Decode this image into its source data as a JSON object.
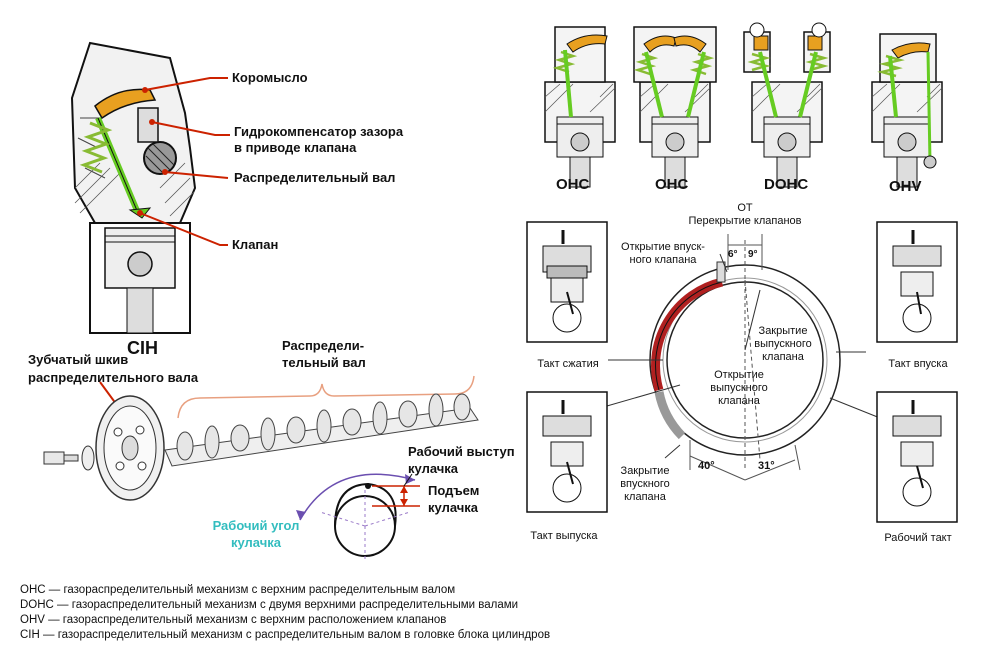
{
  "cih": {
    "caption": "CIH",
    "labels": {
      "rocker": "Коромысло",
      "lifter_line1": "Гидрокомпенсатор зазора",
      "lifter_line2": "в приводе клапана",
      "camshaft": "Распределительный вал",
      "valve": "Клапан"
    }
  },
  "camshaft_fig": {
    "pulley_line1": "Зубчатый шкив",
    "pulley_line2": "распределительного вала",
    "shaft_line1": "Распредели-",
    "shaft_line2": "тельный вал",
    "lobe_line1": "Рабочий выступ",
    "lobe_line2": "кулачка",
    "lift_line1": "Подъем",
    "lift_line2": "кулачка",
    "angle_line1": "Рабочий угол",
    "angle_line2": "кулачка"
  },
  "engine_types": [
    "OHC",
    "OHC",
    "DOHC",
    "OHV"
  ],
  "timing": {
    "tdc": "ОТ",
    "overlap": "Перекрытие клапанов",
    "intake_open_line1": "Открытие впуск-",
    "intake_open_line2": "ного клапана",
    "angle_6": "6°",
    "angle_9": "9°",
    "exhaust_close_line1": "Закрытие",
    "exhaust_close_line2": "выпускного",
    "exhaust_close_line3": "клапана",
    "exhaust_open_line1": "Открытие",
    "exhaust_open_line2": "выпускного",
    "exhaust_open_line3": "клапана",
    "intake_close_line1": "Закрытие",
    "intake_close_line2": "впускного",
    "intake_close_line3": "клапана",
    "angle_40": "40°",
    "angle_31": "31°",
    "stroke_compression": "Такт сжатия",
    "stroke_intake": "Такт впуска",
    "stroke_exhaust": "Такт выпуска",
    "stroke_power": "Рабочий такт"
  },
  "legend": [
    "OHC — газораспределительный механизм с верхним распределительным валом",
    "DOHC — газораспределительный механизм с двумя верхними распределительными валами",
    "OHV — газораспределительный механизм с верхним расположением клапанов",
    "CIH — газораспределительный механизм с распределительным валом в головке блока цилиндров"
  ],
  "colors": {
    "callout": "#cc2200",
    "rocker": "#e8a020",
    "valve": "#66cc22",
    "spring": "#88bb33",
    "overlap_arc": "#b02020",
    "gray_arc": "#999999",
    "teal": "#33bdbf",
    "bracket": "#e8a080"
  }
}
